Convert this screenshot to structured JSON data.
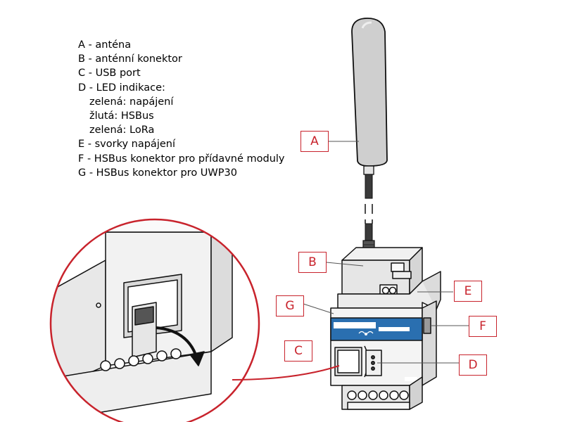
{
  "legend": {
    "items": [
      {
        "text": "A - anténa",
        "indent": false
      },
      {
        "text": "B - anténní konektor",
        "indent": false
      },
      {
        "text": "C - USB port",
        "indent": false
      },
      {
        "text": "D - LED indikace:",
        "indent": false
      },
      {
        "text": "zelená: napájení",
        "indent": true
      },
      {
        "text": "žlutá: HSBus",
        "indent": true
      },
      {
        "text": "zelená: LoRa",
        "indent": true
      },
      {
        "text": "E - svorky napájení",
        "indent": false
      },
      {
        "text": "F - HSBus konektor pro přídavné moduly",
        "indent": false
      },
      {
        "text": "G - HSBus konektor pro UWP30",
        "indent": false
      }
    ]
  },
  "callouts": {
    "A": "A",
    "B": "B",
    "C": "C",
    "D": "D",
    "E": "E",
    "F": "F",
    "G": "G"
  },
  "colors": {
    "callout_red": "#c8232c",
    "device_blue": "#2a6fb0",
    "antenna_grey": "#c9c9c9"
  }
}
